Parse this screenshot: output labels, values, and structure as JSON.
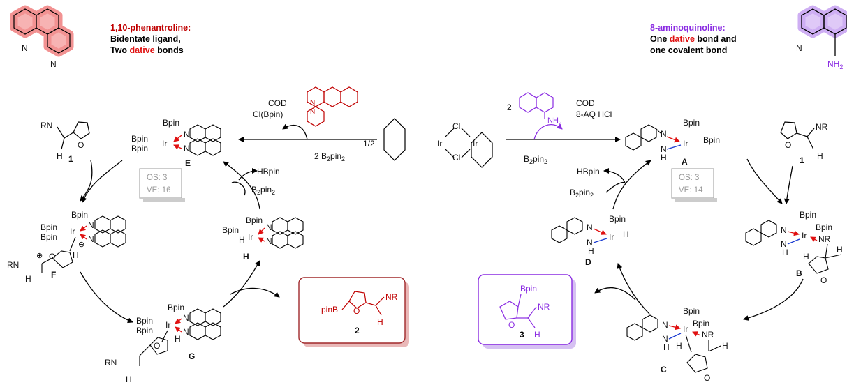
{
  "header_left": {
    "title": "1,10-phenantroline:",
    "line2": "Bidentate ligand,",
    "line3_a": "Two ",
    "line3_b": "dative",
    "line3_c": " bonds"
  },
  "header_right": {
    "title": "8-aminoquinoline:",
    "line1_a": "One ",
    "line1_b": "dative",
    "line1_c": " bond and",
    "line2": "one covalent bond"
  },
  "center": {
    "half": "1/2",
    "left_above_1": "COD",
    "left_above_2": "Cl(Bpin)",
    "left_below": "2 B",
    "left_below_sub": "2",
    "left_below_end": "pin",
    "left_below_sub2": "2",
    "right_coeff": "2",
    "right_above_1": "COD",
    "right_above_2": "8-AQ HCl",
    "right_below": "B",
    "right_below_sub": "2",
    "right_below_end": "pin",
    "right_below_sub2": "2"
  },
  "labels": {
    "A": "A",
    "B": "B",
    "C": "C",
    "D": "D",
    "E": "E",
    "F": "F",
    "G": "G",
    "H": "H"
  },
  "substrate_label": "1",
  "product_left": {
    "label": "2",
    "pinB": "pinB",
    "NR": "NR",
    "H": "H"
  },
  "product_right": {
    "label": "3",
    "Bpin": "Bpin",
    "NR": "NR",
    "H": "H"
  },
  "boxes": {
    "left_os": "OS: 3",
    "left_ve": "VE: 16",
    "right_os": "OS: 3",
    "right_ve": "VE: 14"
  },
  "reagents": {
    "hbpin": "HBpin",
    "b2pin2": "B",
    "b2pin2_sub": "2",
    "b2pin2_end": "pin",
    "b2pin2_sub2": "2"
  },
  "atoms": {
    "Ir": "Ir",
    "Bpin": "Bpin",
    "N": "N",
    "NH": "NH",
    "NH2": "NH",
    "H": "H",
    "O": "O",
    "RN": "RN",
    "NR": "NR",
    "Cl": "Cl"
  },
  "colors": {
    "phen": "#c00000",
    "aq": "#8a2be2",
    "phen_glow": "#f08080",
    "aq_glow": "#c9a6f2",
    "box_left": "#a0282a",
    "box_right": "#8a2be2",
    "os_box": "#999999"
  }
}
